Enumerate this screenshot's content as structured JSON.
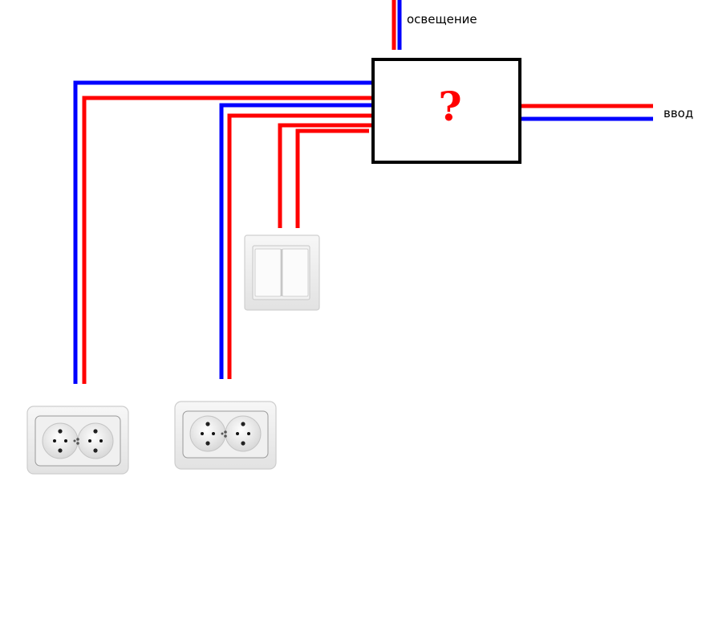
{
  "labels": {
    "lighting": "освещение",
    "input": "ввод",
    "unknown": "?"
  },
  "colors": {
    "phase": "#ff0000",
    "neutral": "#0000ff",
    "box_border": "#000000"
  },
  "components": [
    "junction-box",
    "double-socket",
    "double-socket",
    "two-gang-switch"
  ]
}
